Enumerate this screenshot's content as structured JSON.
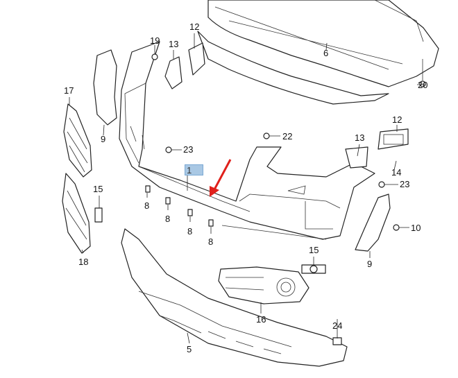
{
  "diagram": {
    "highlight_color": "#a9c8e4",
    "arrow_color": "#e0201b",
    "callouts": [
      {
        "id": "c19a",
        "text": "19"
      },
      {
        "id": "c13a",
        "text": "13"
      },
      {
        "id": "c12a",
        "text": "12"
      },
      {
        "id": "c6",
        "text": "6"
      },
      {
        "id": "c20",
        "text": "20"
      },
      {
        "id": "c17",
        "text": "17"
      },
      {
        "id": "c9a",
        "text": "9"
      },
      {
        "id": "c22",
        "text": "22"
      },
      {
        "id": "c13b",
        "text": "13"
      },
      {
        "id": "c12b",
        "text": "12"
      },
      {
        "id": "c23a",
        "text": "23"
      },
      {
        "id": "c14",
        "text": "14"
      },
      {
        "id": "c23b",
        "text": "23"
      },
      {
        "id": "c15a",
        "text": "15"
      },
      {
        "id": "c8a",
        "text": "8"
      },
      {
        "id": "c8b",
        "text": "8"
      },
      {
        "id": "c8c",
        "text": "8"
      },
      {
        "id": "c8d",
        "text": "8"
      },
      {
        "id": "c10",
        "text": "10"
      },
      {
        "id": "c18",
        "text": "18"
      },
      {
        "id": "c9b",
        "text": "9"
      },
      {
        "id": "c15b",
        "text": "15"
      },
      {
        "id": "c16",
        "text": "16"
      },
      {
        "id": "c24",
        "text": "24"
      },
      {
        "id": "c5",
        "text": "5"
      }
    ],
    "selected_callout": "1"
  }
}
